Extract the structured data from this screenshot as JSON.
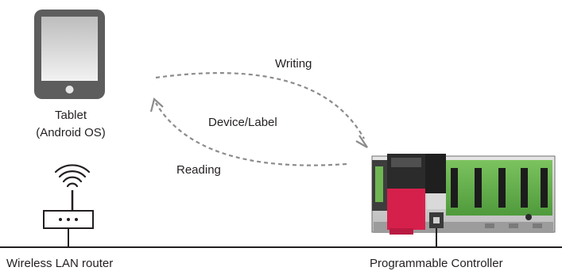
{
  "labels": {
    "tablet_line1": "Tablet",
    "tablet_line2": "(Android OS)",
    "writing": "Writing",
    "device_label": "Device/Label",
    "reading": "Reading",
    "router": "Wireless LAN router",
    "plc": "Programmable Controller"
  },
  "icons": {
    "tablet": "tablet-icon",
    "router": "wireless-router-icon",
    "plc": "programmable-controller-icon",
    "arrow_write": "dashed-arrow-icon",
    "arrow_read": "dashed-arrow-icon"
  },
  "colors": {
    "line": "#231f20",
    "tablet_body": "#5d5d5d",
    "tablet_screen_top": "#c8c8c8",
    "tablet_screen_bottom": "#f0f0f0",
    "arrow": "#8c8c8c",
    "plc_red": "#d6204c",
    "plc_green": "#5aa847",
    "plc_dark": "#2b2b2b"
  }
}
